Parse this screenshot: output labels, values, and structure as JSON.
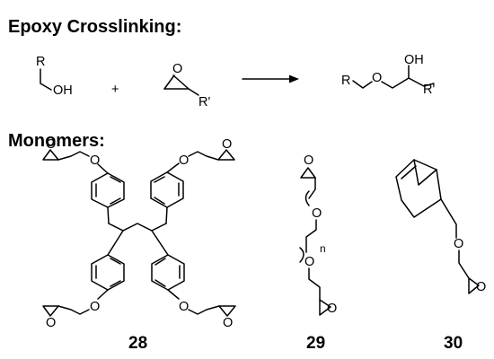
{
  "headings": {
    "reaction": "Epoxy Crosslinking:",
    "monomers": "Monomers:"
  },
  "reaction": {
    "alcohol": {
      "r": "R",
      "oh": "OH"
    },
    "plus": "+",
    "epoxide": {
      "o": "O",
      "r_prime": "R'"
    },
    "arrow": "reaction-arrow",
    "product": {
      "r": "R",
      "o": "O",
      "oh": "OH",
      "r_prime": "R'"
    }
  },
  "monomers": {
    "m28": {
      "label": "28",
      "ether_oxygens": [
        "O",
        "O",
        "O",
        "O"
      ],
      "epoxide_oxygens": [
        "O",
        "O",
        "O",
        "O"
      ]
    },
    "m29": {
      "label": "29",
      "oxygens": [
        "O",
        "O",
        "O",
        "O"
      ],
      "repeat": "n"
    },
    "m30": {
      "label": "30",
      "oxygens": [
        "O",
        "O"
      ]
    }
  }
}
